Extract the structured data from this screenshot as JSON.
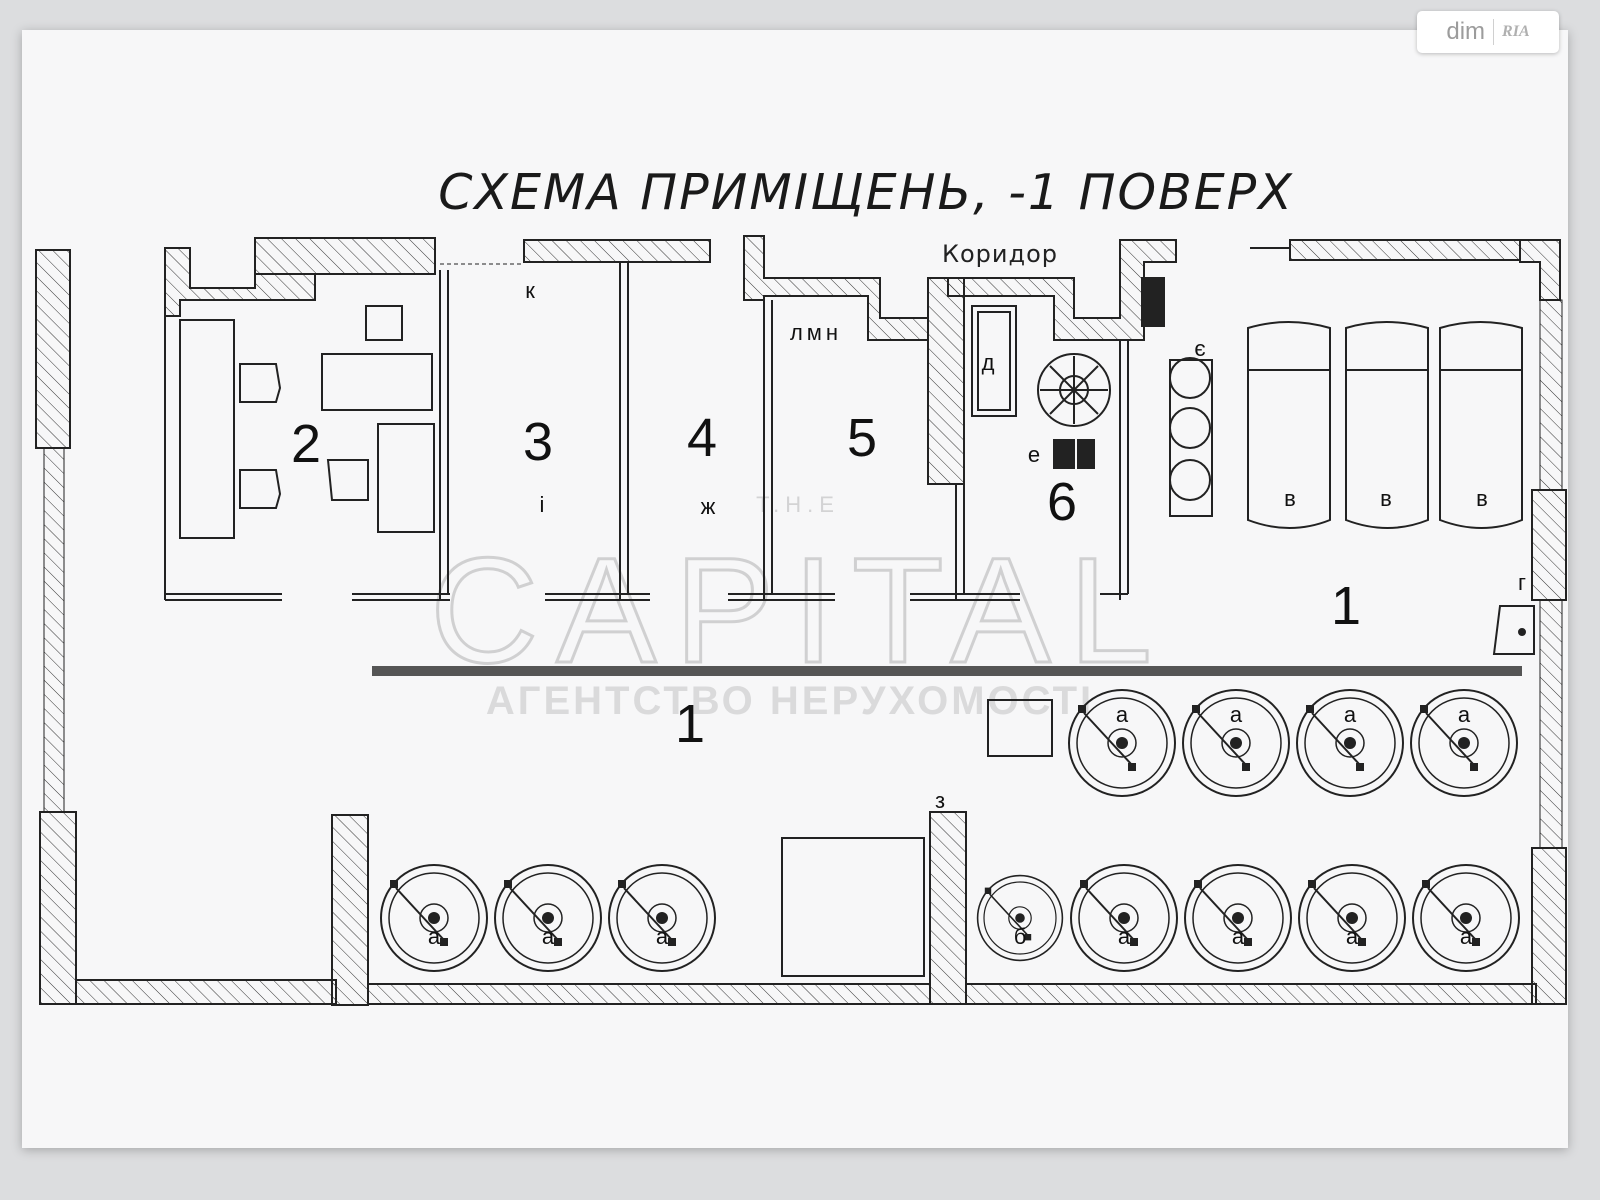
{
  "title": "СХЕМА ПРИМІЩЕНЬ, -1 ПОВЕРХ",
  "watermark": {
    "top": "T.H.E",
    "brand": "CAPITAL",
    "sub": "АГЕНТСТВО НЕРУХОМОСТІ"
  },
  "badge": {
    "left": "dim",
    "right": "RIA"
  },
  "corridor_label": "Коридор",
  "rooms": [
    "1",
    "1",
    "2",
    "3",
    "4",
    "5",
    "6"
  ],
  "labels": {
    "k": "к",
    "i": "і",
    "zh": "ж",
    "lmn": "лмн",
    "d": "д",
    "ye": "є",
    "e": "е",
    "g": "г",
    "z": "з",
    "v": "в",
    "a": "а",
    "b": "б"
  }
}
